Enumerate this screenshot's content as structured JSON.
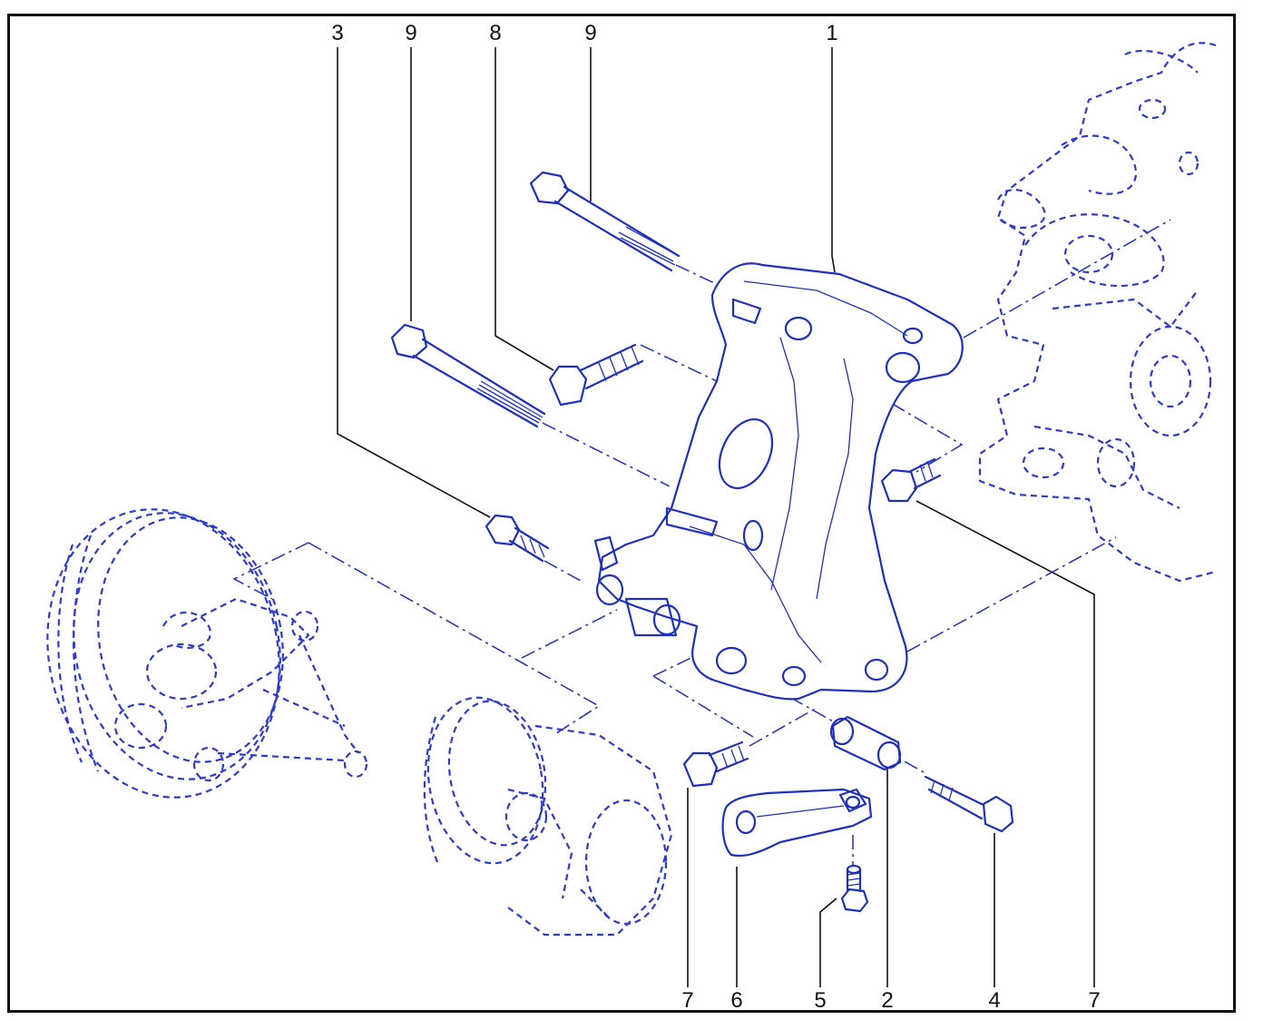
{
  "diagram": {
    "callouts_top": [
      "3",
      "9",
      "8",
      "9",
      "1"
    ],
    "callouts_bottom": [
      "7",
      "6",
      "5",
      "2",
      "4",
      "7"
    ]
  },
  "colors": {
    "line_art": "#1f2fc0",
    "frame": "#111111",
    "background": "#ffffff"
  }
}
